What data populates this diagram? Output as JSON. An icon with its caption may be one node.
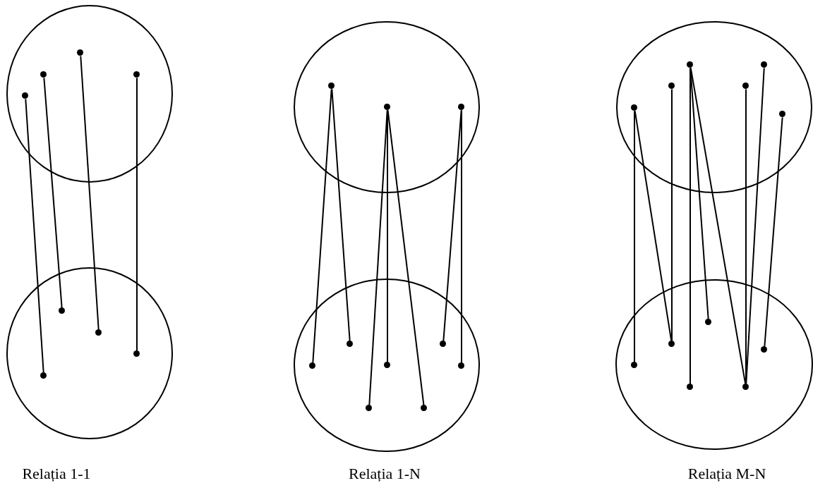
{
  "diagram": {
    "nodes": [
      {
        "text": [],
        "shape": "circle"
      },
      {
        "text": [],
        "shape": "dot",
        "in": 0
      },
      {
        "text": [],
        "shape": "dot",
        "in": 0
      },
      {
        "text": [],
        "shape": "dot",
        "in": 0
      },
      {
        "text": [],
        "shape": "dot",
        "in": 0
      },
      {
        "text": [],
        "shape": "circle"
      },
      {
        "text": [],
        "shape": "dot",
        "in": 5
      },
      {
        "text": [],
        "shape": "dot",
        "in": 5
      },
      {
        "text": [],
        "shape": "dot",
        "in": 5
      },
      {
        "text": [],
        "shape": "dot",
        "in": 5
      },
      {
        "text": [],
        "shape": "ellipse"
      },
      {
        "text": [],
        "shape": "dot",
        "in": 10
      },
      {
        "text": [],
        "shape": "dot",
        "in": 10
      },
      {
        "text": [],
        "shape": "dot",
        "in": 10
      },
      {
        "text": [],
        "shape": "ellipse"
      },
      {
        "text": [],
        "shape": "dot",
        "in": 14
      },
      {
        "text": [],
        "shape": "dot",
        "in": 14
      },
      {
        "text": [],
        "shape": "dot",
        "in": 14
      },
      {
        "text": [],
        "shape": "dot",
        "in": 14
      },
      {
        "text": [],
        "shape": "dot",
        "in": 14
      },
      {
        "text": [],
        "shape": "dot",
        "in": 14
      },
      {
        "text": [],
        "shape": "dot",
        "in": 14
      },
      {
        "text": [],
        "shape": "ellipse"
      },
      {
        "text": [],
        "shape": "dot",
        "in": 22
      },
      {
        "text": [],
        "shape": "dot",
        "in": 22
      },
      {
        "text": [],
        "shape": "dot",
        "in": 22
      },
      {
        "text": [],
        "shape": "dot",
        "in": 22
      },
      {
        "text": [],
        "shape": "dot",
        "in": 22
      },
      {
        "text": [],
        "shape": "dot",
        "in": 22
      },
      {
        "text": [],
        "shape": "ellipse"
      },
      {
        "text": [],
        "shape": "dot",
        "in": 29
      },
      {
        "text": [],
        "shape": "dot",
        "in": 29
      },
      {
        "text": [],
        "shape": "dot",
        "in": 29
      },
      {
        "text": [],
        "shape": "dot",
        "in": 29
      },
      {
        "text": [],
        "shape": "dot",
        "in": 29
      },
      {
        "text": [],
        "shape": "dot",
        "in": 29
      }
    ],
    "edges": [
      {
        "from": 1,
        "to": 6,
        "arrow": "none"
      },
      {
        "from": 2,
        "to": 7,
        "arrow": "none"
      },
      {
        "from": 3,
        "to": 8,
        "arrow": "none"
      },
      {
        "from": 4,
        "to": 9,
        "arrow": "none"
      },
      {
        "from": 11,
        "to": 15,
        "arrow": "none"
      },
      {
        "from": 11,
        "to": 16,
        "arrow": "none"
      },
      {
        "from": 12,
        "to": 17,
        "arrow": "none"
      },
      {
        "from": 12,
        "to": 18,
        "arrow": "none"
      },
      {
        "from": 12,
        "to": 19,
        "arrow": "none"
      },
      {
        "from": 13,
        "to": 20,
        "arrow": "none"
      },
      {
        "from": 13,
        "to": 21,
        "arrow": "none"
      },
      {
        "from": 23,
        "to": 30,
        "arrow": "none"
      },
      {
        "from": 23,
        "to": 31,
        "arrow": "none"
      },
      {
        "from": 24,
        "to": 31,
        "arrow": "none"
      },
      {
        "from": 25,
        "to": 32,
        "arrow": "none"
      },
      {
        "from": 25,
        "to": 33,
        "arrow": "none"
      },
      {
        "from": 25,
        "to": 34,
        "arrow": "none"
      },
      {
        "from": 26,
        "to": 34,
        "arrow": "none"
      },
      {
        "from": 27,
        "to": 34,
        "arrow": "none"
      },
      {
        "from": 28,
        "to": 35,
        "arrow": "none"
      }
    ],
    "labels": [
      "Relația 1-1",
      "Relația 1-N",
      "Relația M-N"
    ]
  }
}
